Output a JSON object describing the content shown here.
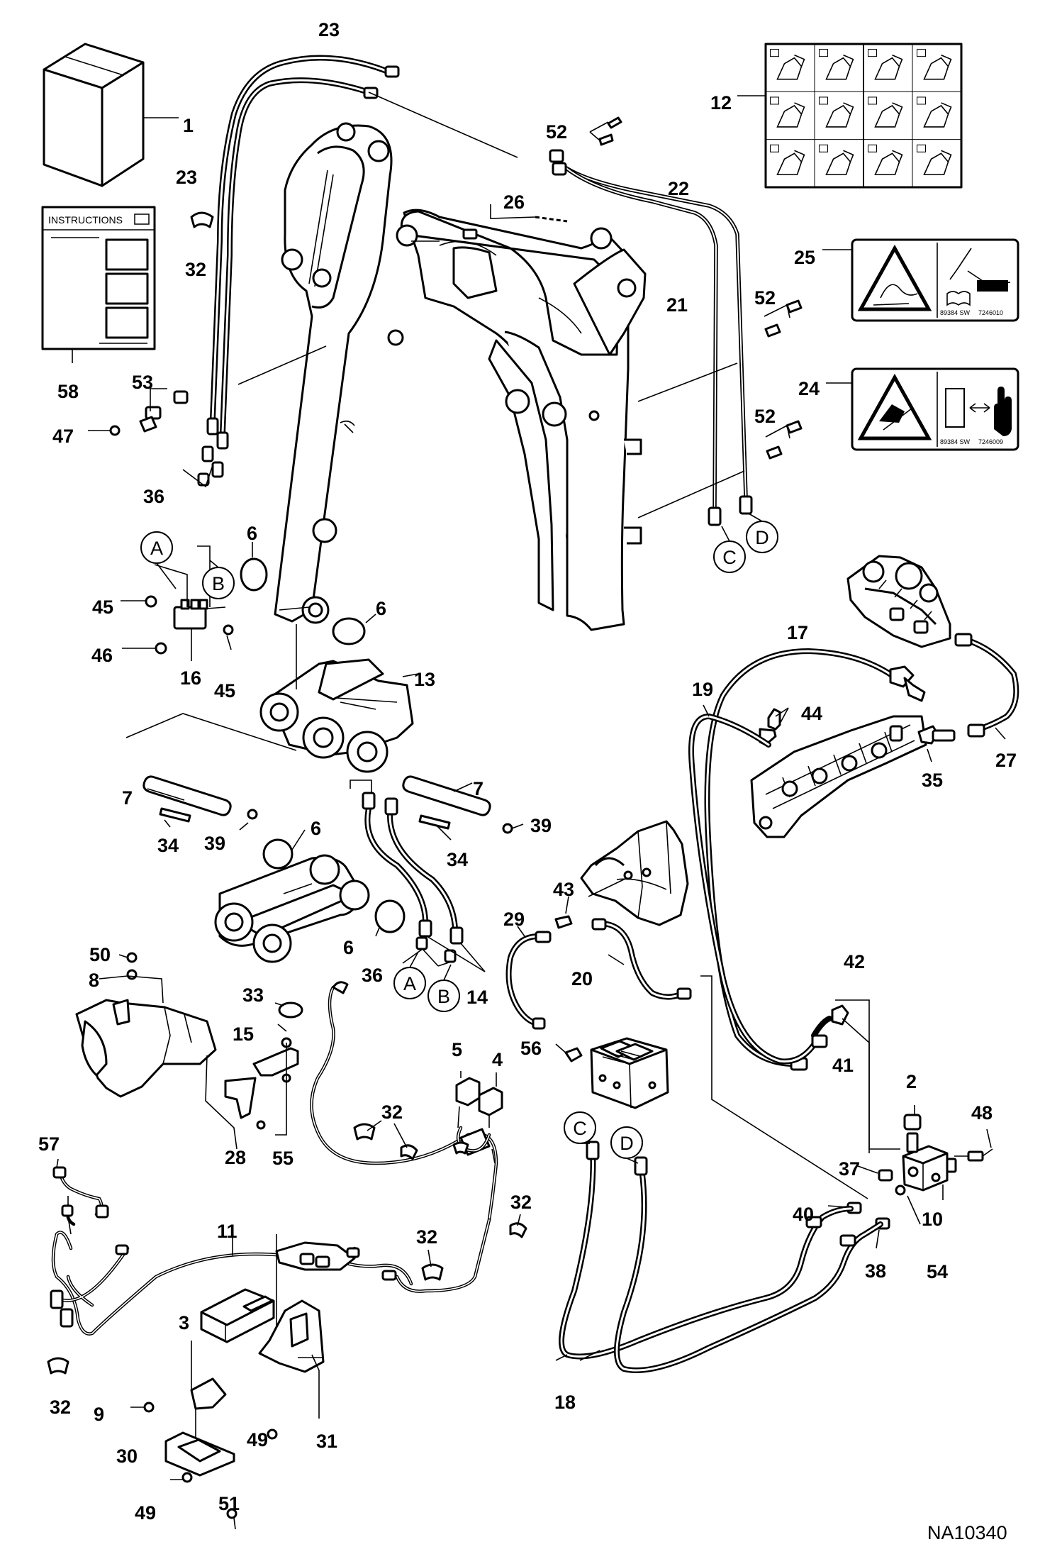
{
  "figure_code": "NA10340",
  "instructions": {
    "title": "INSTRUCTIONS"
  },
  "decals": {
    "left_code": "89384 SW",
    "d25_right_code": "7246010",
    "d24_right_code": "7246009"
  },
  "callouts": [
    "1",
    "2",
    "3",
    "4",
    "5",
    "6",
    "7",
    "8",
    "9",
    "10",
    "11",
    "12",
    "13",
    "14",
    "15",
    "16",
    "17",
    "18",
    "19",
    "20",
    "21",
    "22",
    "23",
    "24",
    "25",
    "26",
    "27",
    "28",
    "29",
    "30",
    "31",
    "32",
    "33",
    "34",
    "35",
    "36",
    "37",
    "38",
    "39",
    "40",
    "41",
    "42",
    "43",
    "44",
    "45",
    "46",
    "47",
    "48",
    "49",
    "50",
    "51",
    "52",
    "53",
    "54",
    "55",
    "56",
    "57",
    "58"
  ],
  "connection_labels": [
    "A",
    "B",
    "C",
    "D"
  ],
  "colors": {
    "line": "#000000",
    "background": "#ffffff"
  }
}
